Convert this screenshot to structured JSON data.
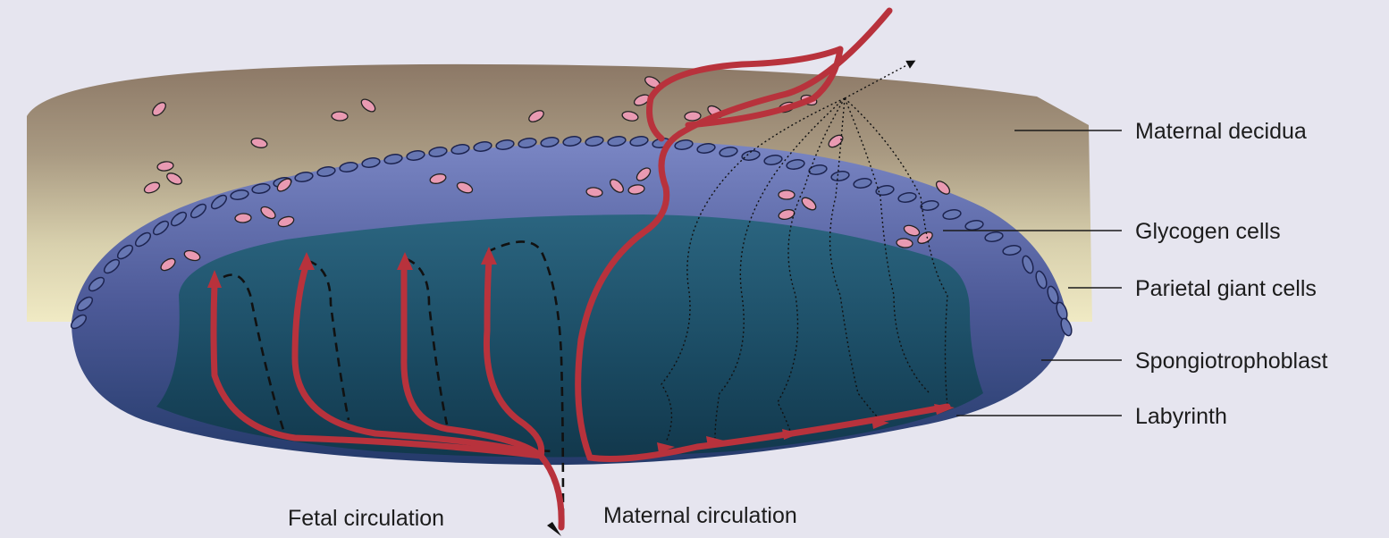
{
  "layers": [
    {
      "id": "decidua",
      "label": "Maternal decidua"
    },
    {
      "id": "glycogen",
      "label": "Glycogen cells"
    },
    {
      "id": "giant",
      "label": "Parietal giant cells"
    },
    {
      "id": "spongio",
      "label": "Spongiotrophoblast"
    },
    {
      "id": "labyrinth",
      "label": "Labyrinth"
    }
  ],
  "bottom_labels": {
    "fetal": "Fetal circulation",
    "maternal": "Maternal circulation"
  },
  "colors": {
    "background": "#e6e5ef",
    "decidua_top": "#8e7a68",
    "decidua_bottom": "#ece6c2",
    "spongio": "#4e5a98",
    "labyrinth": "#18485e",
    "vessel": "#b8323c",
    "cells_pink": "#e89ab0",
    "giant_cells": "#5f6fa8"
  }
}
